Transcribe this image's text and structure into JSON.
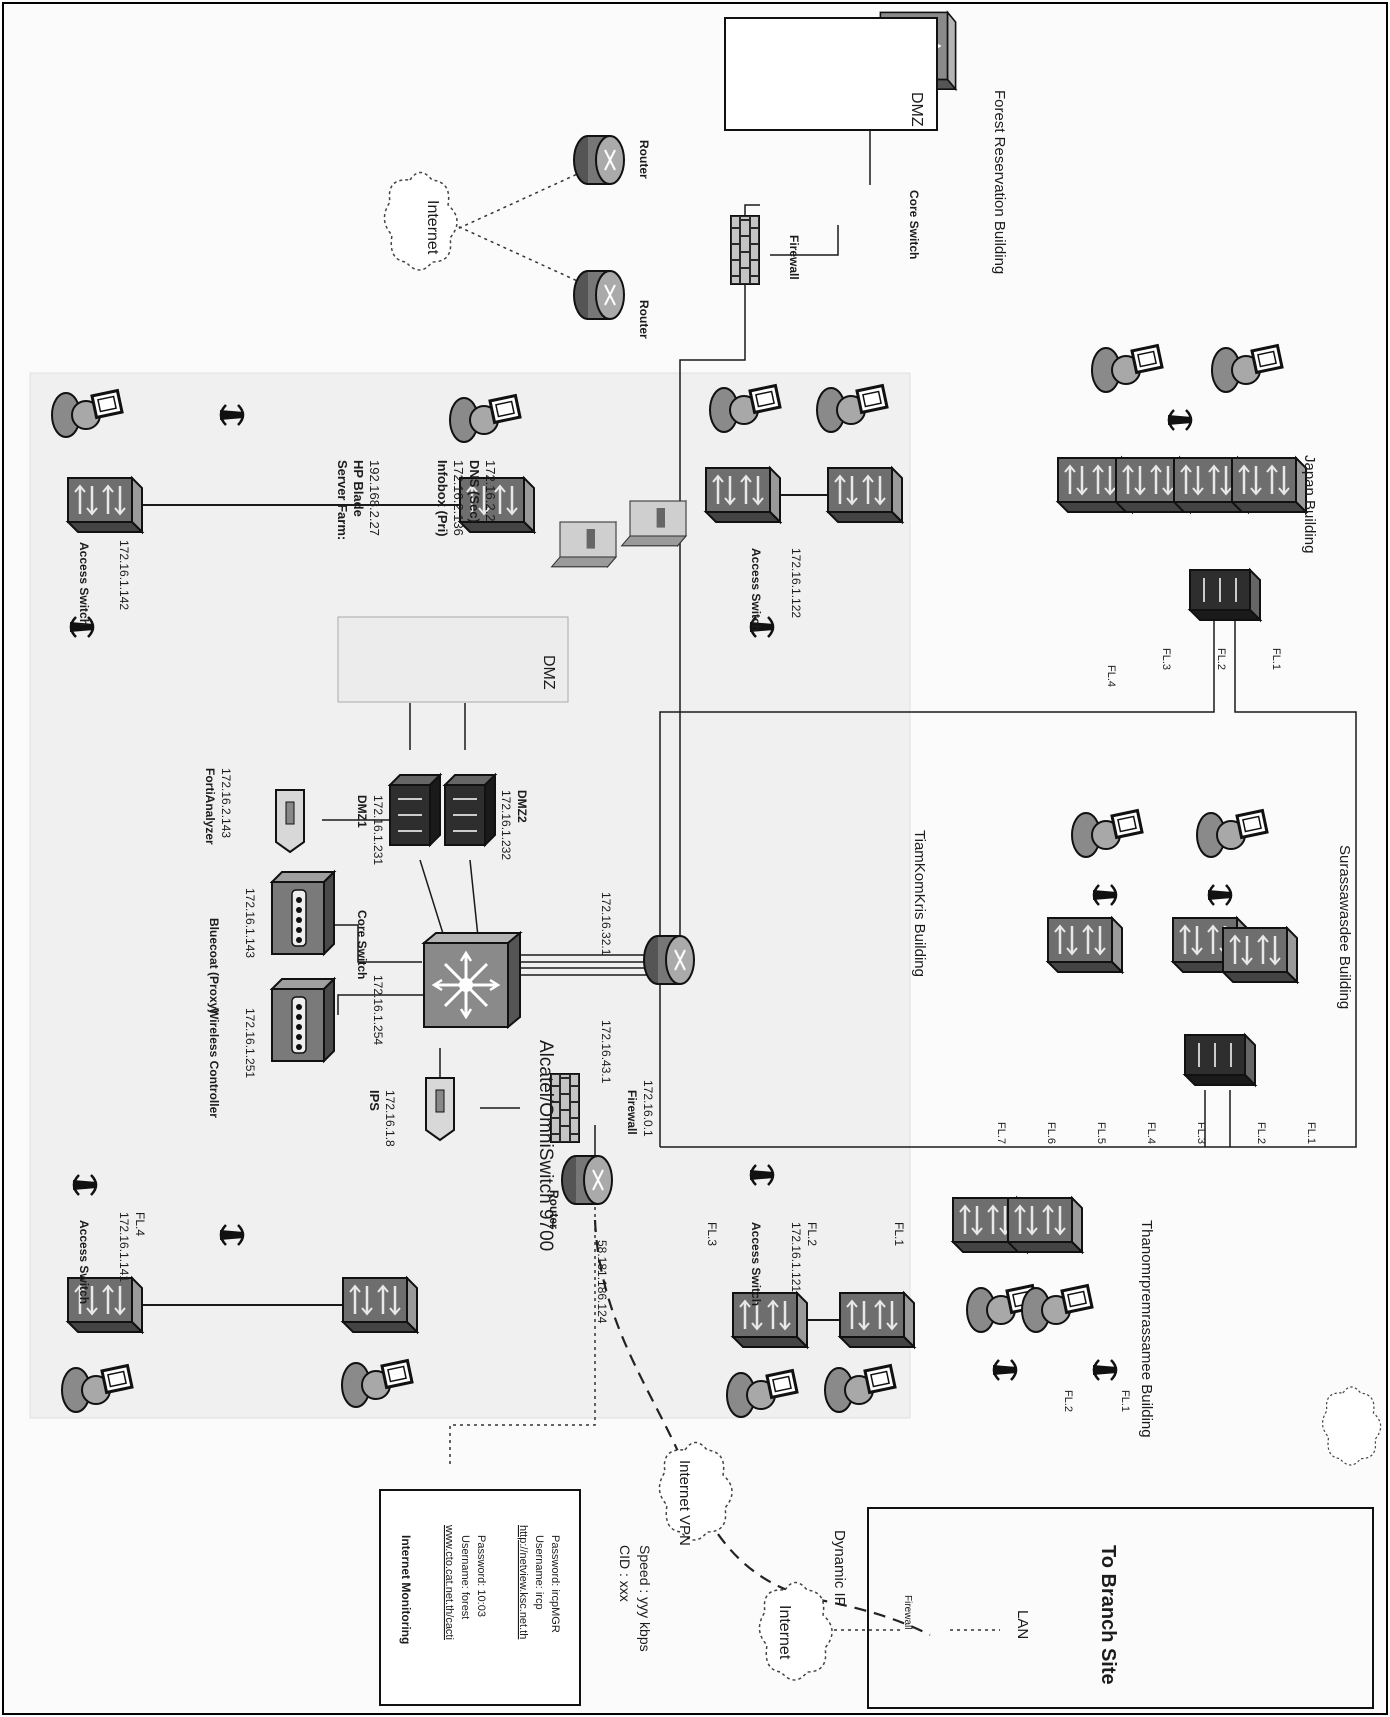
{
  "floors": {
    "fl1": "FL.1",
    "fl2": "FL.2",
    "fl3": "FL.3",
    "fl4": "FL.4",
    "fl5": "FL.5",
    "fl6": "FL.6",
    "fl7": "FL.7"
  },
  "core": {
    "name": "Alcatel/OmniSwitch 9700",
    "label": "Core Switch",
    "ip": "172.16.1.254",
    "link1": "172.16.32.1",
    "link2": "172.16.43.1"
  },
  "wireless_controller": {
    "name": "Wireless Controller",
    "ip": "172.16.1.251"
  },
  "bluecoat": {
    "name": "Bluecoat (Proxy)",
    "ip": "172.16.1.143"
  },
  "fortianalyzer": {
    "name": "FortiAnalyzer",
    "ip": "172.16.2.143"
  },
  "dmz1": {
    "name": "DMZ1",
    "ip": "172.16.1.231"
  },
  "dmz2": {
    "name": "DMZ2",
    "ip": "172.16.1.232"
  },
  "server_farm": {
    "title": "Server Farm:",
    "hp": "HP Blade",
    "hp_ip": "192.168.2.27",
    "infobox": "Infobox (Pri)",
    "infobox_ip": "172.16.2.136",
    "dns": "DNS (Sec)",
    "dns_ip": "172.16.2.2",
    "zone": "DMZ"
  },
  "ips": {
    "name": "IPS",
    "ip": "172.16.1.8"
  },
  "main_firewall": {
    "name": "Firewall",
    "ip": "172.16.0.1"
  },
  "main_router": {
    "name": "Router",
    "ip": "58.181.186.124"
  },
  "access_switches": {
    "s142": {
      "name": "Access Switch",
      "ip": "172.16.1.142"
    },
    "s141": {
      "name": "Access Switch",
      "ip": "172.16.1.141"
    },
    "s122": {
      "name": "Access Switch",
      "ip": "172.16.1.122"
    },
    "s121": {
      "name": "Access Switch",
      "ip": "172.16.1.121"
    }
  },
  "forest": {
    "router": "Router",
    "internet": "Internet",
    "firewall": "Firewall",
    "core_switch": "Core Switch",
    "dmz": "DMZ",
    "building": "Forest Reservation Building"
  },
  "buildings": {
    "japan": "Japan Building",
    "tiamkomkris": "TiamKomKris Building",
    "surassawasdee": "Surassawasdee Building",
    "thanomprem": "Thanomrpremrassamee Building"
  },
  "vpn": {
    "internet_vpn": "Internet VPN",
    "internet": "Internet",
    "cid": "CID : xxx",
    "speed": "Speed : yyy kbps",
    "dynamic_ip": "Dynamic IP",
    "firewall": "Firewall",
    "lan": "LAN",
    "branch": "To Branch Site"
  },
  "monitoring": {
    "title": "Internet Monitoring",
    "url1": "www.cto.cat.net.th/cacti",
    "user1": "Username: forest",
    "pass1": "Password: 10:03",
    "url2": "http://netview.ksc.net.th",
    "user2": "Username: ircp",
    "pass2": "Password: ircpMGR"
  }
}
